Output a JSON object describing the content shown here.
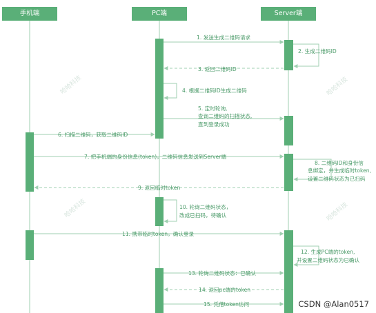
{
  "actors": {
    "phone": "手机端",
    "pc": "PC端",
    "server": "Server端"
  },
  "messages": [
    {
      "id": "m1",
      "label": "1. 发送生成二维码请求"
    },
    {
      "id": "m2",
      "label": "2. 生成二维码ID"
    },
    {
      "id": "m3",
      "label": "3. 返回二维码ID"
    },
    {
      "id": "m4",
      "label": "4. 根据二维码ID生成二维码"
    },
    {
      "id": "m5",
      "lines": [
        "5. 定时轮询,",
        "查询二维码的扫描状态,",
        "直到登录成功"
      ]
    },
    {
      "id": "m6",
      "label": "6. 扫描二维码，获取二维码ID"
    },
    {
      "id": "m7",
      "label": "7. 把手机端的身份信息(token)，二维码信息发送到Server端"
    },
    {
      "id": "m8",
      "lines": [
        "8. 二维码ID和身份信",
        "息绑定，并生成临时token,",
        "设置二维码状态为已扫码"
      ]
    },
    {
      "id": "m9",
      "label": "9. 返回临时token"
    },
    {
      "id": "m10",
      "lines": [
        "10. 轮询二维码状态，",
        "改成已扫码，待确认"
      ]
    },
    {
      "id": "m11",
      "label": "11. 携带临时token，确认登录"
    },
    {
      "id": "m12",
      "lines": [
        "12. 生成PC端的token,",
        "并设置二维码状态为已确认"
      ]
    },
    {
      "id": "m13",
      "label": "13. 轮询二维码状态：已确认"
    },
    {
      "id": "m14",
      "label": "14. 返回pc端的token"
    },
    {
      "id": "m15",
      "label": "15. 凭借token访问"
    }
  ],
  "watermark": "哈哈科技",
  "footer": "CSDN @Alan0517",
  "colors": {
    "accent": "#5aaf78",
    "line": "#9fcfb0",
    "text": "#4a9a68"
  }
}
